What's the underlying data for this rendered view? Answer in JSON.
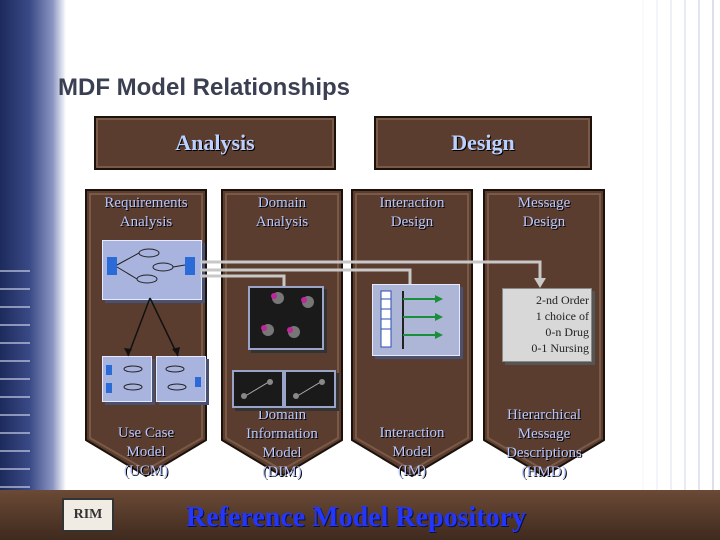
{
  "title": "MDF Model Relationships",
  "phases": {
    "analysis": "Analysis",
    "design": "Design"
  },
  "columns": [
    {
      "head": [
        "Requirements",
        "Analysis"
      ],
      "foot": [
        "Use Case",
        "Model",
        "(UCM)"
      ]
    },
    {
      "head": [
        "Domain",
        "Analysis"
      ],
      "foot": [
        "Domain",
        "Information",
        "Model",
        "(DIM)"
      ]
    },
    {
      "head": [
        "Interaction",
        "Design"
      ],
      "foot": [
        "Interaction",
        "Model",
        "(IM)"
      ]
    },
    {
      "head": [
        "Message",
        "Design"
      ],
      "foot": [
        "Hierarchical",
        "Message",
        "Descriptions",
        "(HMD)"
      ]
    }
  ],
  "hmd_card": {
    "lines": [
      "2-nd Order",
      "1 choice of",
      "0-n Drug",
      "0-1 Nursing"
    ]
  },
  "rim_label": "RIM",
  "repository": "Reference Model Repository",
  "colors": {
    "column": "#5a3d2e",
    "text_blue": "#b9c7ff",
    "repo_blue": "#2236ff"
  }
}
